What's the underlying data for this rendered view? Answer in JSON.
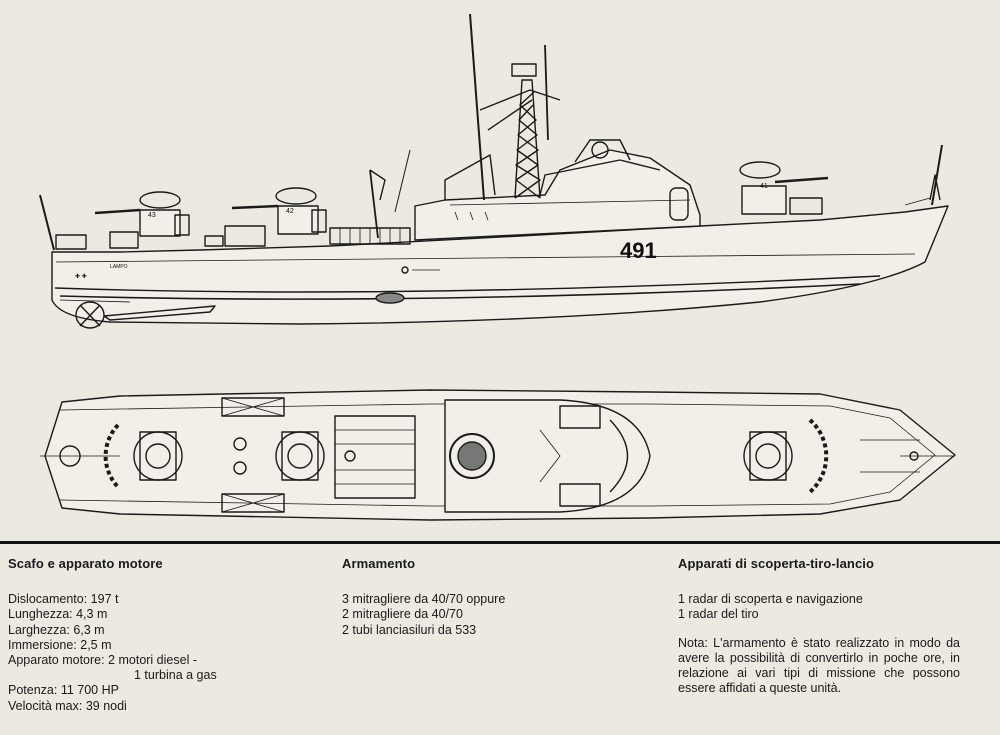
{
  "drawing": {
    "hull_number": "491",
    "ship_name": "LAMPO",
    "turret_numbers": [
      "43",
      "42",
      "41"
    ]
  },
  "sections": {
    "hull": {
      "title": "Scafo e apparato motore",
      "lines": [
        "Dislocamento: 197 t",
        "Lunghezza: 4,3 m",
        "Larghezza: 6,3 m",
        "Immersione: 2,5 m",
        "Apparato motore: 2 motori diesel -",
        "1 turbina a gas",
        "Potenza: 11 700 HP",
        "Velocità max: 39 nodi"
      ]
    },
    "armament": {
      "title": "Armamento",
      "lines": [
        "3 mitragliere da 40/70 oppure",
        "2 mitragliere da 40/70",
        "2 tubi lanciasiluri da 533"
      ]
    },
    "equipment": {
      "title": "Apparati di scoperta-tiro-lancio",
      "lines": [
        "1 radar di scoperta e navigazione",
        "1 radar del tiro"
      ],
      "note": "Nota: L'armamento è stato realizzato in modo da avere la possibilità di convertirlo in poche ore, in relazione ai vari tipi di missione che possono essere affidati a queste unità."
    }
  }
}
